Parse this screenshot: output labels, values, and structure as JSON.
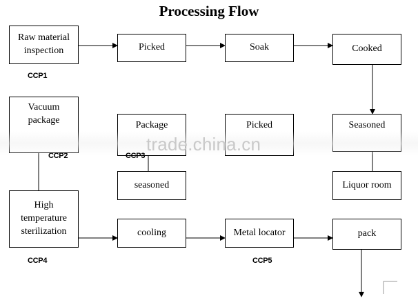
{
  "title": "Processing Flow",
  "steps": {
    "raw_material_inspection": "Raw material\ninspection",
    "picked_1": "Picked",
    "soak": "Soak",
    "cooked": "Cooked",
    "vacuum_package": "Vacuum\npackage",
    "package": "Package",
    "picked_2": "Picked",
    "seasoned_1": "Seasoned",
    "seasoned_2": "seasoned",
    "liquor_room": "Liquor room",
    "high_temperature_sterilization": "High\ntemperature\nsterilization",
    "cooling": "cooling",
    "metal_locator": "Metal locator",
    "pack": "pack"
  },
  "ccp": {
    "ccp1": "CCP1",
    "ccp2": "CCP2",
    "ccp3": "CCP3",
    "ccp4": "CCP4",
    "ccp5": "CCP5"
  },
  "watermark": "trade.china.cn"
}
